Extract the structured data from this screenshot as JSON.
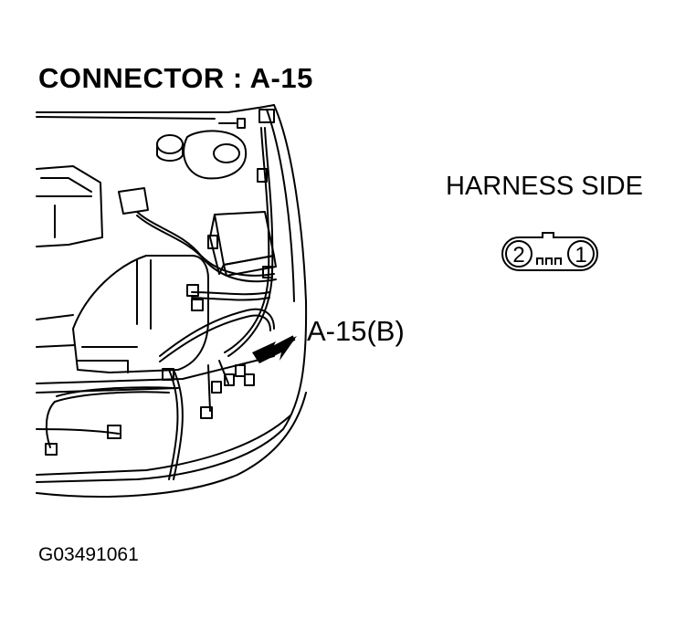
{
  "title": "CONNECTOR : A-15",
  "harness_side_label": "HARNESS SIDE",
  "callout_label": "A-15(B)",
  "figure_code": "G03491061",
  "connector": {
    "pins": [
      "2",
      "1"
    ]
  },
  "icons": [
    "engine-bay-drawing",
    "locator-arrow",
    "connector-face"
  ]
}
